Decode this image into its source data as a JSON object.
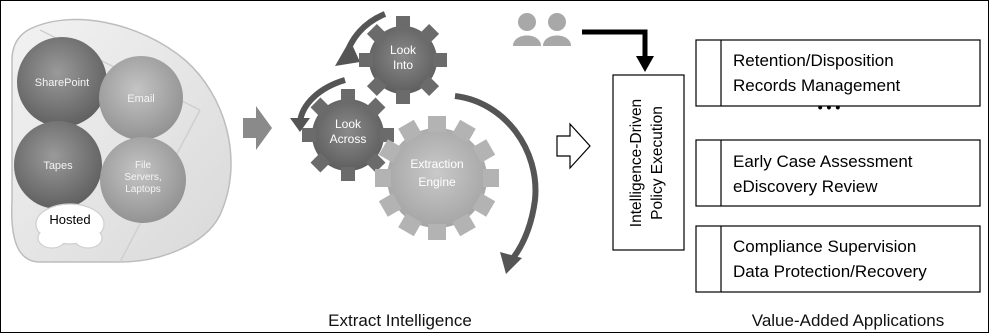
{
  "sources": {
    "sharepoint": "SharePoint",
    "email": "Email",
    "tapes": "Tapes",
    "file_servers_line1": "File",
    "file_servers_line2": "Servers,",
    "file_servers_line3": "Laptops",
    "hosted": "Hosted"
  },
  "gears": {
    "look_into_line1": "Look",
    "look_into_line2": "Into",
    "look_across_line1": "Look",
    "look_across_line2": "Across",
    "engine_line1": "Extraction",
    "engine_line2": "Engine"
  },
  "policy": {
    "line1": "Intelligence-Driven",
    "line2": "Policy Execution"
  },
  "applications": [
    {
      "line1": "Retention/Disposition",
      "line2": "Records Management"
    },
    {
      "line1": "Early Case Assessment",
      "line2": "eDiscovery Review"
    },
    {
      "line1": "Compliance Supervision",
      "line2": "Data Protection/Recovery"
    }
  ],
  "ellipsis": "• • •",
  "captions": {
    "left": "Extract Intelligence",
    "right": "Value-Added Applications"
  }
}
